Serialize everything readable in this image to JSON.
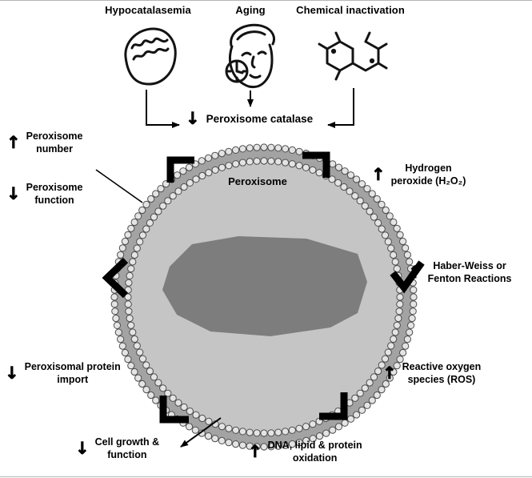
{
  "figure": {
    "top_causes": [
      {
        "label": "Hypocatalasemia",
        "icon": "wavy-cell-icon"
      },
      {
        "label": "Aging",
        "icon": "aging-face-clock-icon"
      },
      {
        "label": "Chemical inactivation",
        "icon": "chemical-structure-icon"
      }
    ],
    "catalase": {
      "arrow": "↓",
      "label": "Peroxisome catalase"
    },
    "organelle": {
      "label": "Peroxisome"
    },
    "annotations": {
      "peroxisome_number": {
        "arrow": "↑",
        "lines": [
          "Peroxisome",
          "number"
        ]
      },
      "peroxisome_function": {
        "arrow": "↓",
        "lines": [
          "Peroxisome",
          "function"
        ]
      },
      "hydrogen_peroxide": {
        "arrow": "↑",
        "lines": [
          "Hydrogen",
          "peroxide (H₂O₂)"
        ]
      },
      "haber_weiss": {
        "arrow": "↑",
        "lines": [
          "Haber-Weiss or",
          "Fenton Reactions"
        ]
      },
      "ros": {
        "arrow": "↑",
        "lines": [
          "Reactive oxygen",
          "species (ROS)"
        ]
      },
      "protein_import": {
        "arrow": "↓",
        "lines": [
          "Peroxisomal protein",
          "import"
        ]
      },
      "cell_growth": {
        "arrow": "↓",
        "lines": [
          "Cell growth &",
          "function"
        ]
      },
      "dna_oxidation": {
        "arrow": "↑",
        "lines": [
          "DNA, lipid & protein",
          "oxidation"
        ]
      }
    },
    "colors": {
      "membrane": "#a3a3a3",
      "lumen": "#c5c5c5",
      "core": "#7d7d7d",
      "ink": "#000000"
    }
  }
}
